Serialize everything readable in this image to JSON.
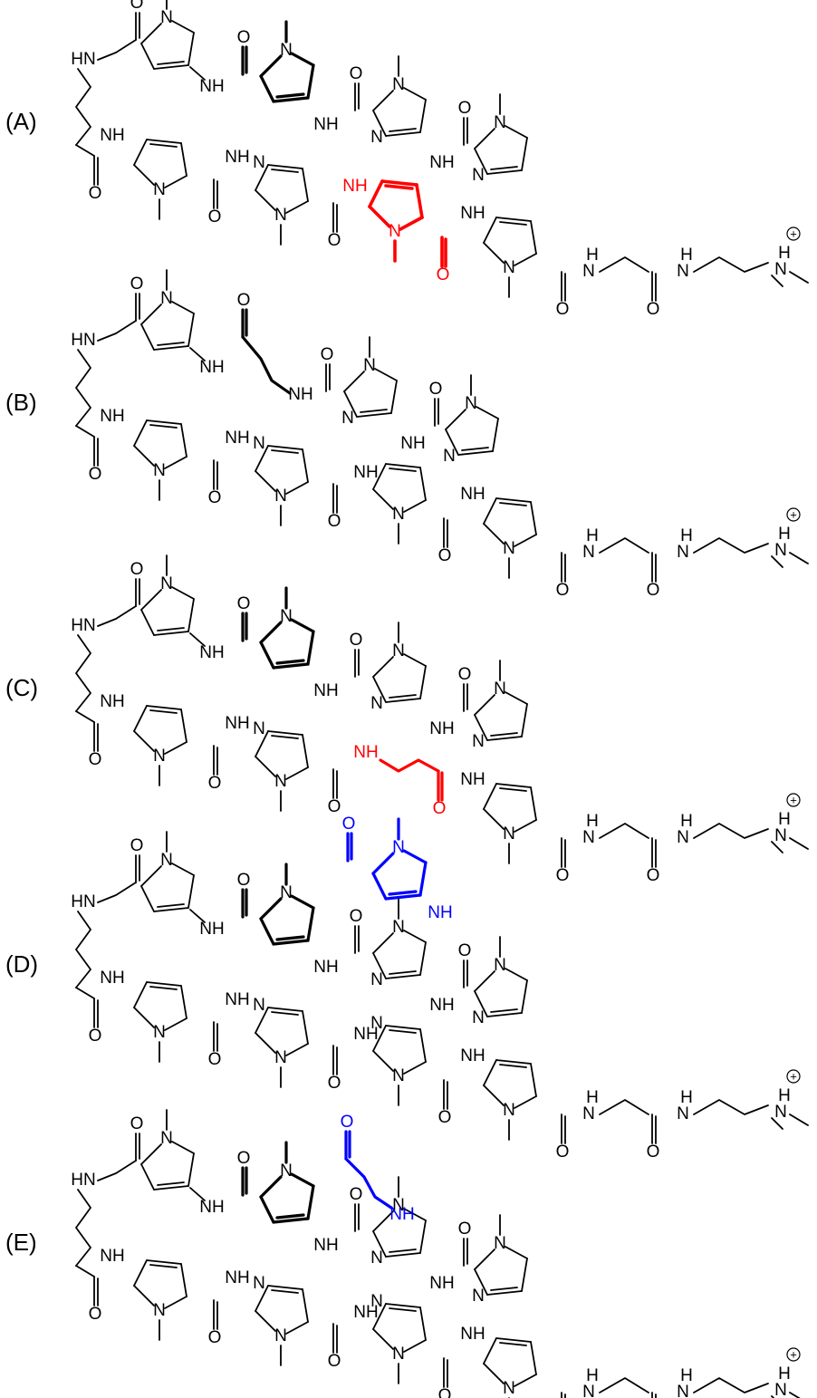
{
  "panels": [
    {
      "label": "(A)",
      "variant": "A"
    },
    {
      "label": "(B)",
      "variant": "B"
    },
    {
      "label": "(C)",
      "variant": "C"
    },
    {
      "label": "(D)",
      "variant": "D"
    },
    {
      "label": "(E)",
      "variant": "E"
    }
  ],
  "atom_labels": {
    "nh": "NH",
    "hn": "HN",
    "h": "H",
    "n": "N",
    "o": "O",
    "plus": "+"
  },
  "colors": {
    "bond": "#000000",
    "red": "#ff0000",
    "blue": "#0000ff"
  }
}
